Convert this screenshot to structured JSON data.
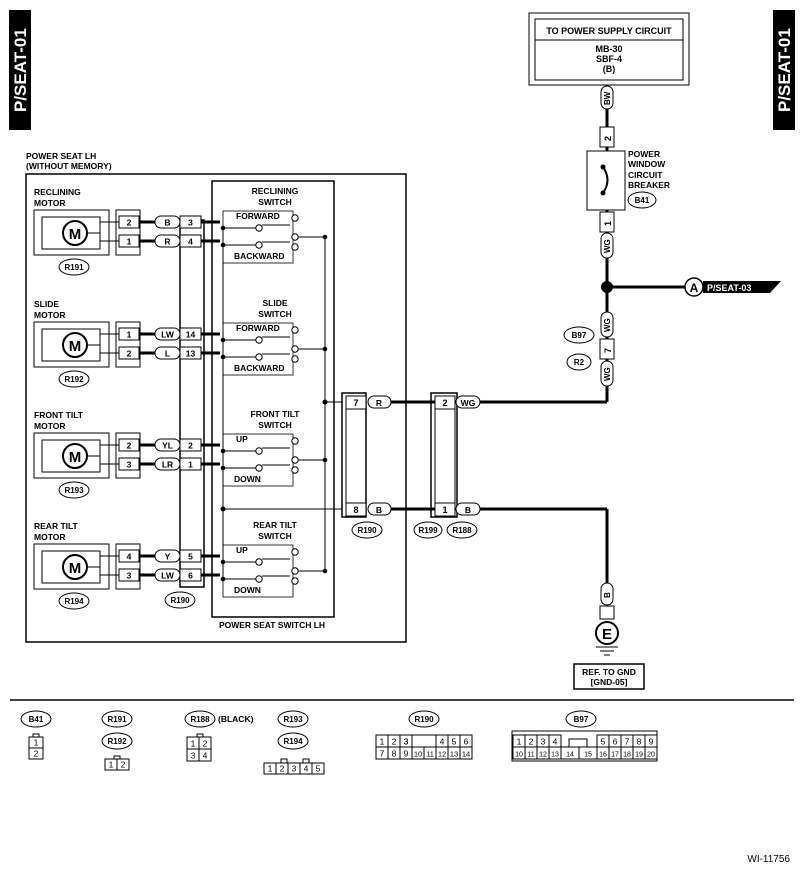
{
  "page_code": "P/SEAT-01",
  "power_supply": {
    "title": "TO POWER SUPPLY CIRCUIT",
    "line1": "MB-30",
    "line2": "SBF-4",
    "line3": "(B)"
  },
  "breaker": {
    "line1": "POWER",
    "line2": "WINDOW",
    "line3": "CIRCUIT",
    "line4": "BREAKER",
    "connector": "B41",
    "pin_top": "2",
    "pin_bottom": "1"
  },
  "wire_colors": {
    "bw": "BW",
    "wg": "WG",
    "r": "R",
    "b": "B"
  },
  "seat_link": {
    "letter": "A",
    "label": "P/SEAT-03"
  },
  "b97": {
    "connector": "B97",
    "pin": "7",
    "ref": "R2"
  },
  "module": {
    "title1": "POWER SEAT LH",
    "title2": "(WITHOUT MEMORY)",
    "switch_label": "POWER SEAT SWITCH LH",
    "connector": "R190"
  },
  "motors": [
    {
      "name1": "RECLINING",
      "name2": "MOTOR",
      "connector": "R191",
      "pins": [
        "2",
        "1"
      ],
      "wires": [
        "B",
        "R"
      ],
      "sw_pins": [
        "3",
        "4"
      ]
    },
    {
      "name1": "SLIDE",
      "name2": "MOTOR",
      "connector": "R192",
      "pins": [
        "1",
        "2"
      ],
      "wires": [
        "LW",
        "L"
      ],
      "sw_pins": [
        "14",
        "13"
      ]
    },
    {
      "name1": "FRONT TILT",
      "name2": "MOTOR",
      "connector": "R193",
      "pins": [
        "2",
        "3"
      ],
      "wires": [
        "YL",
        "LR"
      ],
      "sw_pins": [
        "2",
        "1"
      ]
    },
    {
      "name1": "REAR TILT",
      "name2": "MOTOR",
      "connector": "R194",
      "pins": [
        "4",
        "3"
      ],
      "wires": [
        "Y",
        "LW"
      ],
      "sw_pins": [
        "5",
        "6"
      ]
    }
  ],
  "motor_symbol": "M",
  "switches": [
    {
      "name1": "RECLINING",
      "name2": "SWITCH",
      "pos1": "FORWARD",
      "pos2": "BACKWARD"
    },
    {
      "name1": "SLIDE",
      "name2": "SWITCH",
      "pos1": "FORWARD",
      "pos2": "BACKWARD"
    },
    {
      "name1": "FRONT TILT",
      "name2": "SWITCH",
      "pos1": "UP",
      "pos2": "DOWN"
    },
    {
      "name1": "REAR TILT",
      "name2": "SWITCH",
      "pos1": "UP",
      "pos2": "DOWN"
    }
  ],
  "r190_pins": [
    "7",
    "8"
  ],
  "r199_pins": [
    "2",
    "1"
  ],
  "connector_labels": {
    "r199": "R199",
    "r188": "R188"
  },
  "ground": {
    "symbol": "E",
    "ref1": "REF. TO GND",
    "ref2": "[GND-05]"
  },
  "legend": {
    "b41": {
      "name": "B41",
      "pins": [
        "1",
        "2"
      ]
    },
    "r191": {
      "name": "R191",
      "name2": "R192",
      "pins": [
        "1",
        "2"
      ]
    },
    "r188": {
      "name": "R188",
      "note": "(BLACK)",
      "pins": [
        "1",
        "2",
        "3",
        "4"
      ]
    },
    "r193": {
      "name": "R193",
      "name2": "R194",
      "pins": [
        "1",
        "2",
        "3",
        "4",
        "5"
      ]
    },
    "r190": {
      "name": "R190",
      "row1": [
        "1",
        "2",
        "3",
        "",
        "4",
        "5",
        "6"
      ],
      "row2": [
        "7",
        "8",
        "9",
        "10",
        "11",
        "12",
        "13",
        "14"
      ]
    },
    "b97": {
      "name": "B97",
      "row1": [
        "1",
        "2",
        "3",
        "4",
        "",
        "5",
        "6",
        "7",
        "8",
        "9"
      ],
      "row2": [
        "10",
        "11",
        "12",
        "13",
        "14",
        "15",
        "16",
        "17",
        "18",
        "19",
        "20"
      ]
    }
  },
  "figure_id": "WI-11756"
}
